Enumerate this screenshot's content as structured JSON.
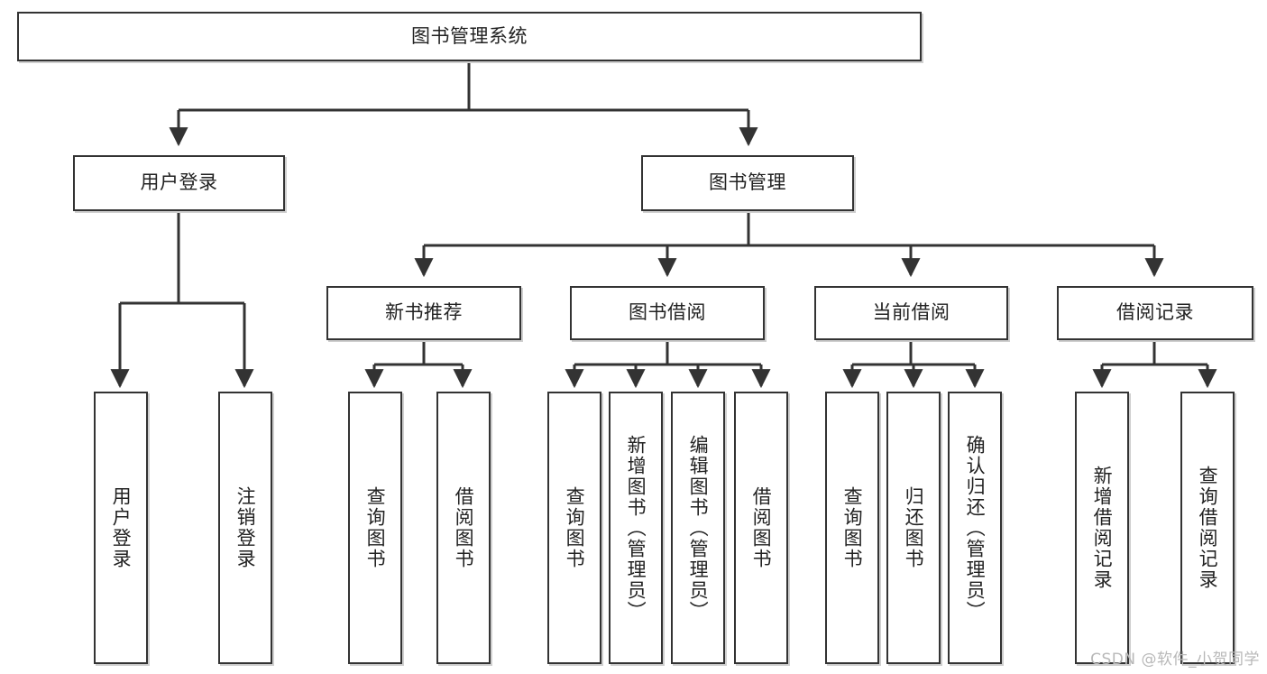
{
  "diagram": {
    "type": "tree-hierarchy",
    "title": "图书管理系统",
    "root": {
      "id": "root",
      "label": "图书管理系统",
      "orientation": "horizontal"
    },
    "level2": [
      {
        "id": "user-login",
        "label": "用户登录",
        "orientation": "horizontal"
      },
      {
        "id": "book-manage",
        "label": "图书管理",
        "orientation": "horizontal"
      }
    ],
    "level3": [
      {
        "id": "new-book-rec",
        "label": "新书推荐",
        "orientation": "horizontal",
        "parent": "book-manage"
      },
      {
        "id": "book-borrow",
        "label": "图书借阅",
        "orientation": "horizontal",
        "parent": "book-manage"
      },
      {
        "id": "current-borrow",
        "label": "当前借阅",
        "orientation": "horizontal",
        "parent": "book-manage"
      },
      {
        "id": "borrow-record",
        "label": "借阅记录",
        "orientation": "horizontal",
        "parent": "book-manage"
      }
    ],
    "leaves": [
      {
        "id": "leaf-user-login",
        "label": "用户登录",
        "parent": "user-login"
      },
      {
        "id": "leaf-user-logout",
        "label": "注销登录",
        "parent": "user-login"
      },
      {
        "id": "leaf-query-book-1",
        "label": "查询图书",
        "parent": "new-book-rec"
      },
      {
        "id": "leaf-borrow-book-1",
        "label": "借阅图书",
        "parent": "new-book-rec"
      },
      {
        "id": "leaf-query-book-2",
        "label": "查询图书",
        "parent": "book-borrow"
      },
      {
        "id": "leaf-add-book",
        "label": "新增图书（管理员）",
        "parent": "book-borrow"
      },
      {
        "id": "leaf-edit-book",
        "label": "编辑图书（管理员）",
        "parent": "book-borrow"
      },
      {
        "id": "leaf-borrow-book-2",
        "label": "借阅图书",
        "parent": "book-borrow"
      },
      {
        "id": "leaf-query-book-3",
        "label": "查询图书",
        "parent": "current-borrow"
      },
      {
        "id": "leaf-return-book",
        "label": "归还图书",
        "parent": "current-borrow"
      },
      {
        "id": "leaf-confirm-return",
        "label": "确认归还（管理员）",
        "parent": "current-borrow"
      },
      {
        "id": "leaf-add-record",
        "label": "新增借阅记录",
        "parent": "borrow-record"
      },
      {
        "id": "leaf-query-record",
        "label": "查询借阅记录",
        "parent": "borrow-record"
      }
    ],
    "colors": {
      "border": "#333333",
      "text": "#222222",
      "background": "#ffffff",
      "shadow": "#cfcfcf",
      "watermark": "#b8b8b8"
    }
  },
  "watermark": {
    "text": "CSDN @软件_小贺同学"
  }
}
